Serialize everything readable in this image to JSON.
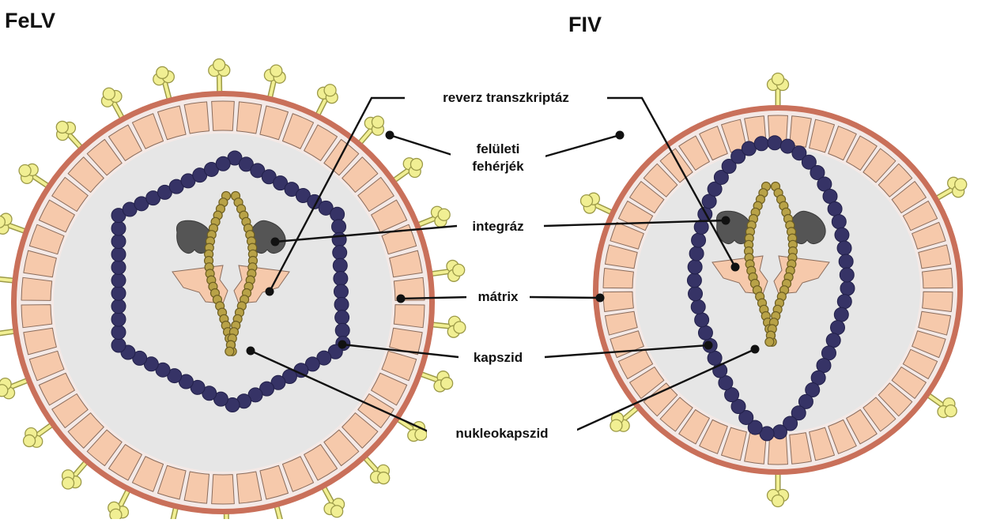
{
  "titles": {
    "left": "FeLV",
    "right": "FIV"
  },
  "labels": {
    "reverse_transcriptase": "reverz transzkriptáz",
    "surface_proteins_line1": "felületi",
    "surface_proteins_line2": "fehérjék",
    "integrase": "integráz",
    "matrix": "mátrix",
    "capsid": "kapszid",
    "nucleocapsid": "nukleokapszid"
  },
  "colors": {
    "envelope": "#c9705a",
    "membrane_inner": "#f4e9e6",
    "matrix_protein": "#f6c9ab",
    "matrix_outline": "#8a6c5c",
    "interior": "#e6e6e6",
    "capsid": "#363366",
    "surface_protein": "#f1ef93",
    "surface_outline": "#9c9a48",
    "integrase": "#555555",
    "nucleic_acid": "#b8a247",
    "leader": "#111111"
  }
}
